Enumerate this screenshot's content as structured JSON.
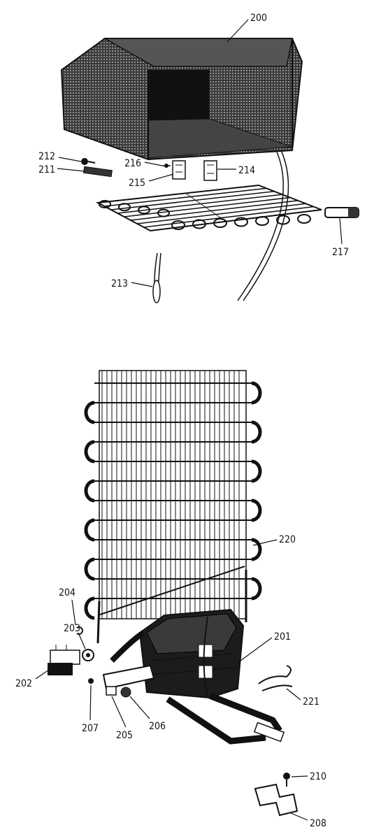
{
  "labels": {
    "p200": "200",
    "p212": "212",
    "p211": "211",
    "p216": "216",
    "p215": "215",
    "p214": "214",
    "p217": "217",
    "p213": "213",
    "p220": "220",
    "p204": "204",
    "p203": "203",
    "p201": "201",
    "p202": "202",
    "p207": "207",
    "p205": "205",
    "p206": "206",
    "p221": "221",
    "p210": "210",
    "p208": "208"
  },
  "colors": {
    "ink": "#111111",
    "paper": "#ffffff"
  }
}
